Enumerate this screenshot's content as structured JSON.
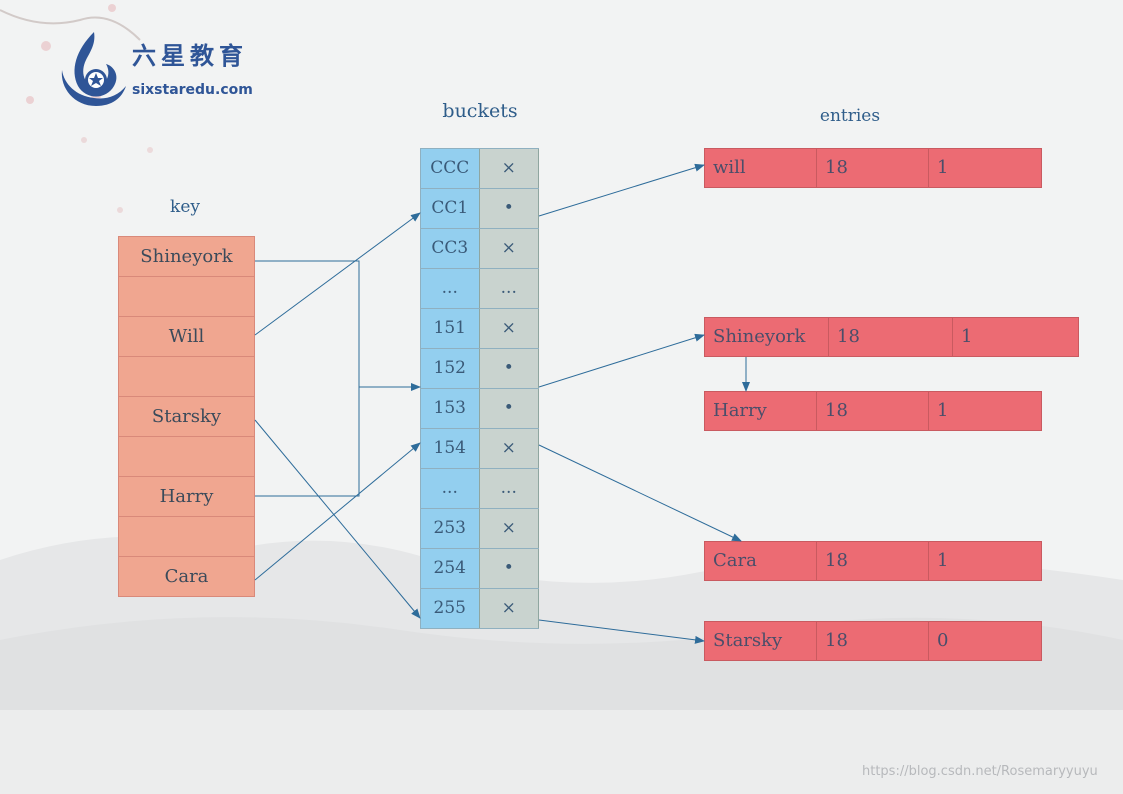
{
  "logo": {
    "name_cn": "六星教育",
    "site": "sixstaredu.com"
  },
  "key": {
    "title": "key",
    "cells": [
      "Shineyork",
      "",
      "Will",
      "",
      "Starsky",
      "",
      "Harry",
      "",
      "Cara"
    ]
  },
  "buckets": {
    "title": "buckets",
    "rows": [
      {
        "index": "CCC",
        "value": "×"
      },
      {
        "index": "CC1",
        "value": "•"
      },
      {
        "index": "CC3",
        "value": "×"
      },
      {
        "index": "...",
        "value": "..."
      },
      {
        "index": "151",
        "value": "×"
      },
      {
        "index": "152",
        "value": "•"
      },
      {
        "index": "153",
        "value": "•"
      },
      {
        "index": "154",
        "value": "×"
      },
      {
        "index": "...",
        "value": "..."
      },
      {
        "index": "253",
        "value": "×"
      },
      {
        "index": "254",
        "value": "•"
      },
      {
        "index": "255",
        "value": "×"
      }
    ]
  },
  "entries": {
    "title": "entries",
    "items": [
      {
        "key": "will",
        "value": "18",
        "next": "1"
      },
      {
        "key": "Shineyork",
        "value": "18",
        "next": "1"
      },
      {
        "key": "Harry",
        "value": "18",
        "next": "1"
      },
      {
        "key": "Cara",
        "value": "18",
        "next": "1"
      },
      {
        "key": "Starsky",
        "value": "18",
        "next": "0"
      }
    ]
  },
  "watermark": "https://blog.csdn.net/Rosemaryyuyu",
  "colors": {
    "key_cell": "#f0a690",
    "bucket_index": "#93cfef",
    "bucket_value": "#c9d3cf",
    "entry": "#ec6b73",
    "arrow": "#2e6c9a"
  }
}
